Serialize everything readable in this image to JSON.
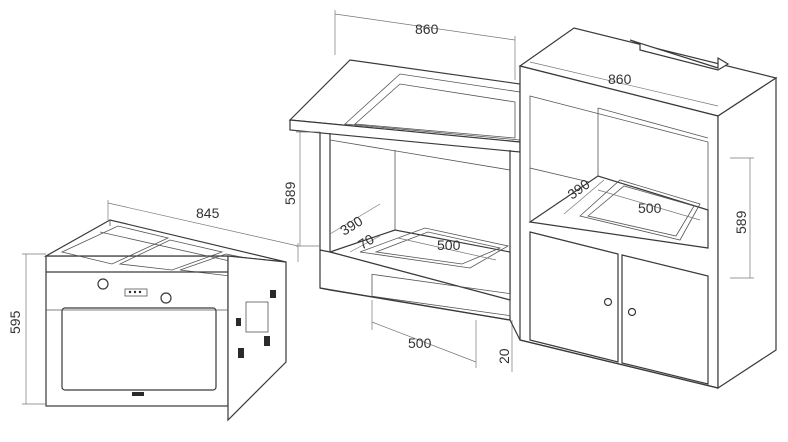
{
  "dimensions": {
    "oven_width": "845",
    "oven_height": "595",
    "top_cabinet_width": "860",
    "right_cabinet_width": "860",
    "left_niche_height": "589",
    "right_niche_height": "589",
    "left_niche_depth": "390",
    "right_niche_depth": "390",
    "left_cutout_width": "500",
    "right_cutout_width": "500",
    "ventilation_gap": "70",
    "bottom_slot_width": "500",
    "bottom_slot_height": "20"
  }
}
